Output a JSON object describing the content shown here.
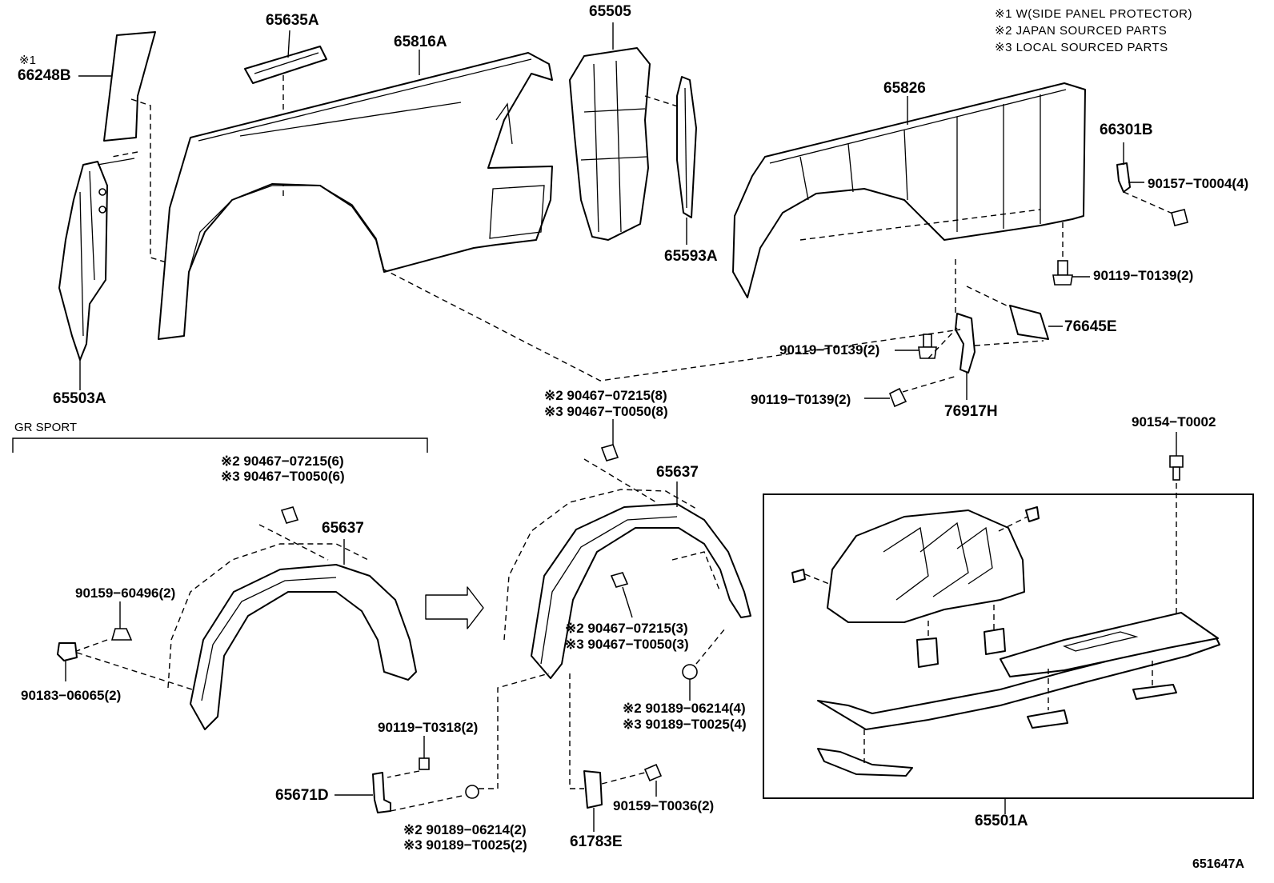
{
  "notes": [
    "※1  W(SIDE PANEL PROTECTOR)",
    "※2  JAPAN SOURCED PARTS",
    "※3  LOCAL SOURCED PARTS"
  ],
  "section_label": "GR SPORT",
  "figure_id": "651647A",
  "labels": {
    "p66248B_mark": "※1",
    "p66248B": "66248B",
    "p65503A": "65503A",
    "p65635A": "65635A",
    "p65816A": "65816A",
    "p65505": "65505",
    "p65593A": "65593A",
    "p65826": "65826",
    "p66301B": "66301B",
    "p90157": "90157−T0004(4)",
    "p90119_top": "90119−T0139(2)",
    "p76645E": "76645E",
    "p90119_mid": "90119−T0139(2)",
    "p90119_low": "90119−T0139(2)",
    "p76917H": "76917H",
    "p90467_top_a": "※2 90467−07215(8)",
    "p90467_top_b": "※3 90467−T0050(8)",
    "p90154": "90154−T0002",
    "p90467_gr_a": "※2 90467−07215(6)",
    "p90467_gr_b": "※3 90467−T0050(6)",
    "p65637_gr": "65637",
    "p65637": "65637",
    "p90159_60496": "90159−60496(2)",
    "p90183": "90183−06065(2)",
    "p90467_mid_a": "※2 90467−07215(3)",
    "p90467_mid_b": "※3 90467−T0050(3)",
    "p90189_mid_a": "※2  90189−06214(4)",
    "p90189_mid_b": "※3  90189−T0025(4)",
    "p90119_T0318": "90119−T0318(2)",
    "p65671D": "65671D",
    "p90189_low_a": "※2  90189−06214(2)",
    "p90189_low_b": "※3  90189−T0025(2)",
    "p61783E": "61783E",
    "p90159_T0036": "90159−T0036(2)",
    "p65501A": "65501A"
  }
}
